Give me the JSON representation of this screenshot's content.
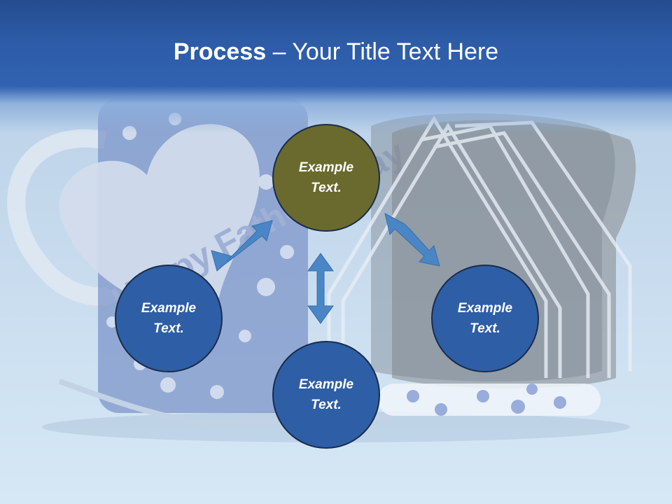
{
  "slide": {
    "title_bold": "Process",
    "title_rest": " – Your Title Text Here",
    "background_image_text": "Happy Father's Day",
    "colors": {
      "header": "#2d5ba6",
      "circle_blue": "#2e5ea6",
      "circle_olive": "#6a6a2e",
      "arrow": "#4a86c6"
    }
  },
  "circles": [
    {
      "line1": "Example",
      "line2": "Text."
    },
    {
      "line1": "Example",
      "line2": "Text."
    },
    {
      "line1": "Example",
      "line2": "Text."
    },
    {
      "line1": "Example",
      "line2": "Text."
    }
  ]
}
